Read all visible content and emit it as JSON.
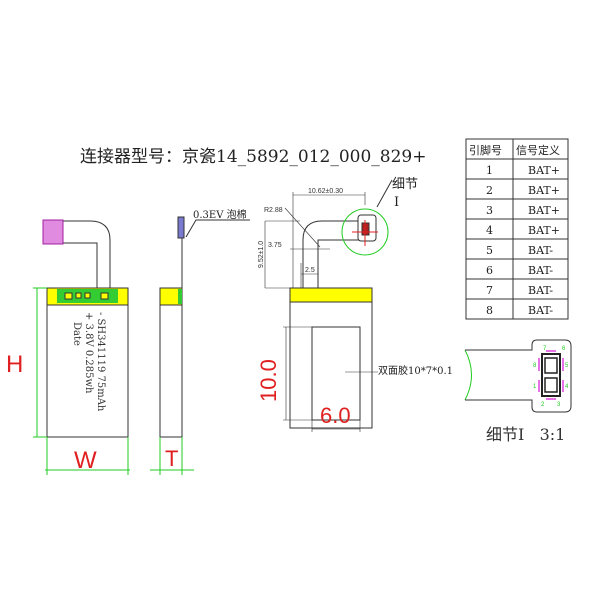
{
  "title": "连接器型号：京瓷14_5892_012_000_829+",
  "front_view": {
    "label_line1": "- SH341119 75mAh",
    "label_line2": "+ 3.8V 0.285wh",
    "label_line3": "Date",
    "dim_height": "H",
    "dim_width": "W"
  },
  "side_view": {
    "foam_label": "0.3EV 泡棉",
    "dim_thickness": "T"
  },
  "top_detail": {
    "dim_width": "10.62±0.30",
    "dim_radius": "R2.88",
    "dim_height": "9.52±1.0",
    "dim_offset": "3.75",
    "dim_tail": "2.5",
    "detail_callout": "细节",
    "detail_id": "I"
  },
  "tape": {
    "label": "双面胶10*7*0.1",
    "dim_height": "10.0",
    "dim_width": "6.0"
  },
  "pin_table": {
    "headers": [
      "引脚号",
      "信号定义"
    ],
    "rows": [
      [
        "1",
        "BAT+"
      ],
      [
        "2",
        "BAT+"
      ],
      [
        "3",
        "BAT+"
      ],
      [
        "4",
        "BAT+"
      ],
      [
        "5",
        "BAT-"
      ],
      [
        "6",
        "BAT-"
      ],
      [
        "7",
        "BAT-"
      ],
      [
        "8",
        "BAT-"
      ]
    ]
  },
  "detail_view": {
    "caption": "细节I   3:1",
    "pins": [
      "7",
      "6",
      "8",
      "5",
      "1",
      "4",
      "2",
      "3"
    ]
  },
  "colors": {
    "accent_red": "#e02020",
    "dim_green": "#22cc22",
    "band_yellow": "#ffff00",
    "connector_green": "#33cc33",
    "pad_magenta": "#dd44dd"
  }
}
